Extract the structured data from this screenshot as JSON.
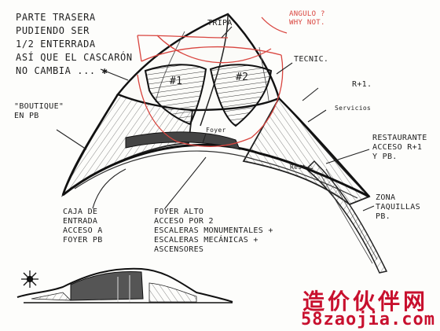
{
  "annotations": {
    "note_top_left": "PARTE TRASERA\nPUDIENDO SER\n1/2 ENTERRADA\nASÍ QUE EL CASCARÓN\nNO CAMBIA ... ✱",
    "tripa": "TRIPA",
    "angulo": "ANGULO ?\nWHY NOT.",
    "tecnic": "TECNIC.",
    "r1": "R+1.",
    "hall_1": "#1",
    "hall_2": "#2",
    "foyer": "Foyer",
    "servicios": "Servicios",
    "boutique": "\"BOUTIQUE\"\nEN PB",
    "restaurante": "RESTAURANTE\nACCESO R+1\nY PB.",
    "rest": "Rest.",
    "caja": "CAJA DE\nENTRADA\nACCESO A\nFOYER PB",
    "foyer_alto": "FOYER ALTO\nACCESO POR 2\nESCALERAS MONUMENTALES +\nESCALERAS MECÁNICAS +\nASCENSORES",
    "zona": "ZONA\nTAQUILLAS\nPB."
  },
  "watermark": {
    "cn": "造价伙伴网",
    "en": "58zaojia.com"
  },
  "colors": {
    "ink": "#1e1e1e",
    "red_pencil": "#d9453f",
    "watermark": "#c8102e"
  }
}
